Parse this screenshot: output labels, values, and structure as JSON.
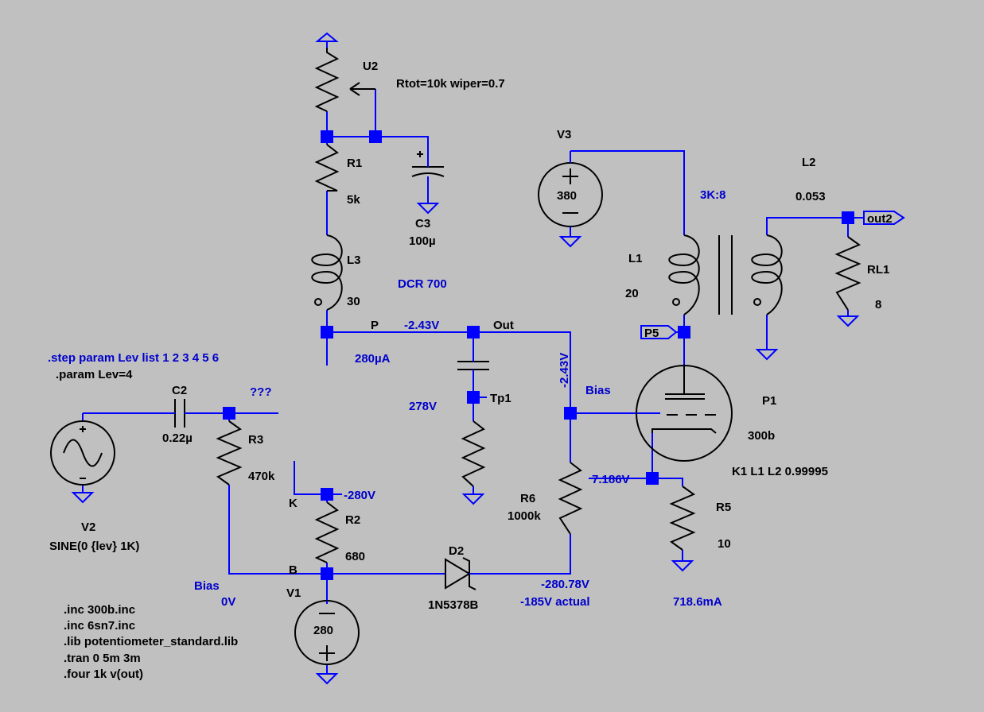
{
  "schematic": {
    "title": "",
    "labels": {
      "u2": "U2",
      "u2_value": "Rtot=10k wiper=0.7",
      "r1": "R1",
      "r1_value": "5k",
      "c3": "C3",
      "c3_value": "100µ",
      "l3": "L3",
      "l3_value": "30",
      "v3": "V3",
      "v3_value": "380",
      "l2": "L2",
      "l2_value": "0.053",
      "l1": "L1",
      "l1_value": "20",
      "rl1": "RL1",
      "rl1_value": "8",
      "net_out2": "out2",
      "net_p5": "P5",
      "p1": "P1",
      "p1_value": "300b",
      "k1": "K1 L1 L2 0.99995",
      "r6": "R6",
      "r6_value": "1000k",
      "r5": "R5",
      "r5_value": "10",
      "tp1": "Tp1",
      "net_p": "P",
      "net_out": "Out",
      "c2": "C2",
      "c2_value": "0.22µ",
      "r3": "R3",
      "r3_value": "470k",
      "v2": "V2",
      "v2_value": "SINE(0 {lev} 1K)",
      "net_k": "K",
      "r2": "R2",
      "r2_value": "680",
      "net_b": "B",
      "v1": "V1",
      "v1_value": "280",
      "d2": "D2",
      "d2_value": "1N5378B"
    },
    "annotations": {
      "dcr": "DCR 700",
      "transformer_ratio": "3K:8",
      "bias_tube": "Bias",
      "bias_left": "Bias",
      "step": ".step param Lev list 1 2 3 4 5 6",
      "param": ".param Lev=4",
      "unknown": "???"
    },
    "readouts": {
      "v_p": "-2.43V",
      "v_grid_vertical": "-2.43V",
      "i_plate": "280µA",
      "v_tp1": "278V",
      "v_k": "-280V",
      "v_cathode": "7.186V",
      "v_bias_node": "-280.78V",
      "actual_note": "-185V actual",
      "v_b": "0V",
      "i_p1": "718.6mA"
    },
    "directives": [
      ".inc 300b.inc",
      ".inc 6sn7.inc",
      ".lib potentiometer_standard.lib",
      ".tran 0 5m 3m",
      ".four 1k v(out)"
    ],
    "colors": {
      "background": "#c0c0c0",
      "wire": "#0000ff",
      "component": "#000000",
      "annotation": "#0000cc"
    }
  }
}
